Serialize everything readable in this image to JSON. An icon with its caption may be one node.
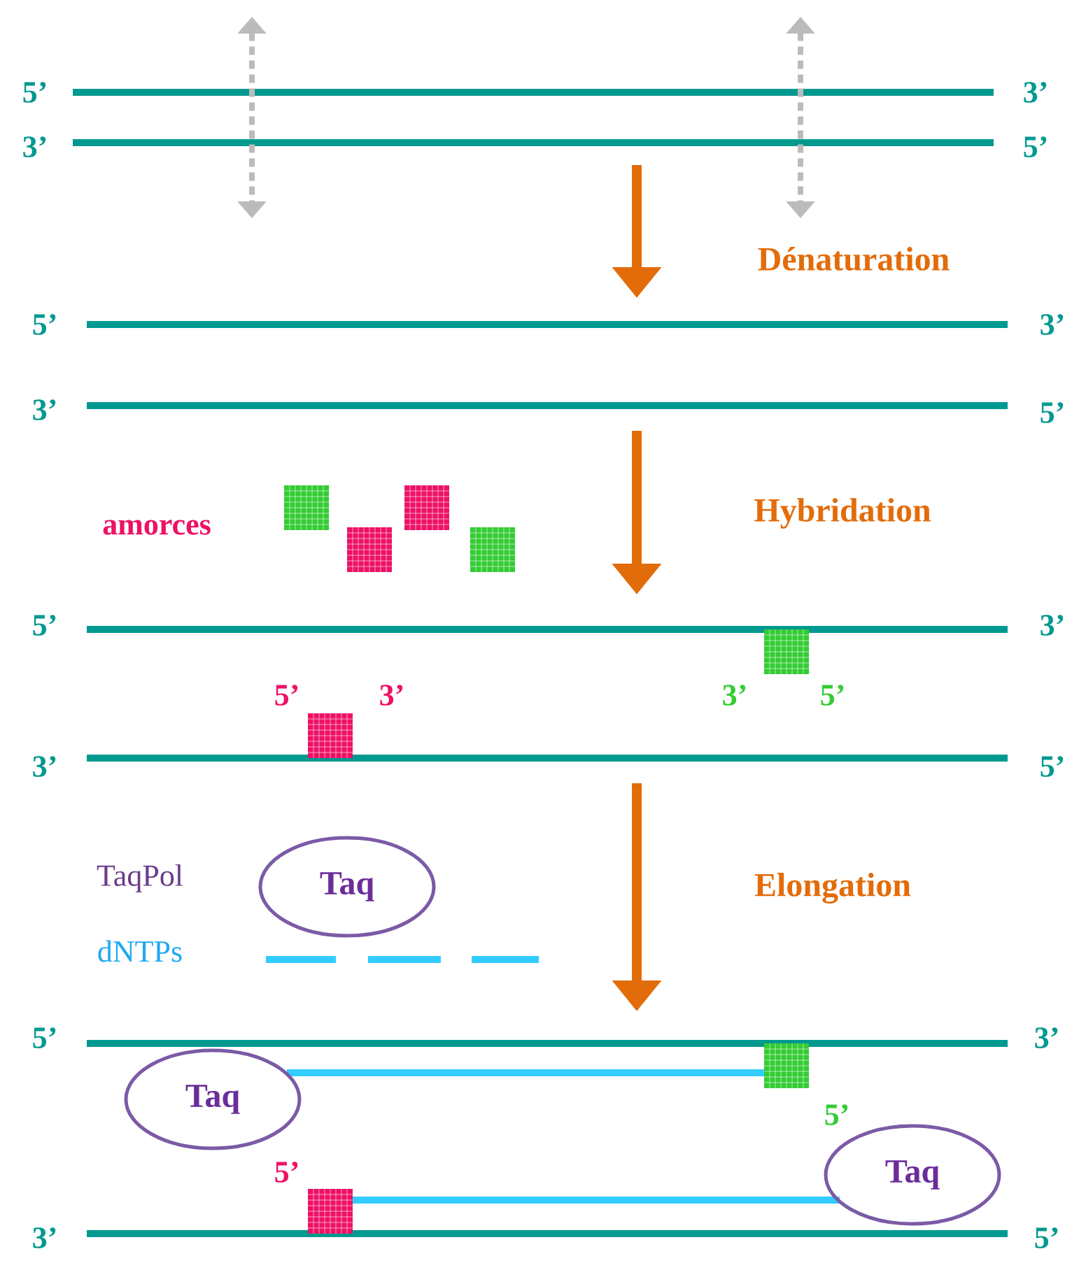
{
  "diagram": {
    "nodes": [
      {
        "text": [
          "Taq"
        ]
      },
      {
        "text": [
          "Taq"
        ]
      },
      {
        "text": [
          "Taq"
        ]
      }
    ],
    "labels": [
      "5’",
      "3’",
      "3’",
      "5’",
      "Dénaturation",
      "5’",
      "3’",
      "3’",
      "5’",
      "amorces",
      "Hybridation",
      "5’",
      "3’",
      "5’",
      "3’",
      "3’",
      "5’",
      "3’",
      "5’",
      "TaqPol",
      "Elongation",
      "dNTPs",
      "5’",
      "3’",
      "5’",
      "5’",
      "3’",
      "5’"
    ]
  }
}
